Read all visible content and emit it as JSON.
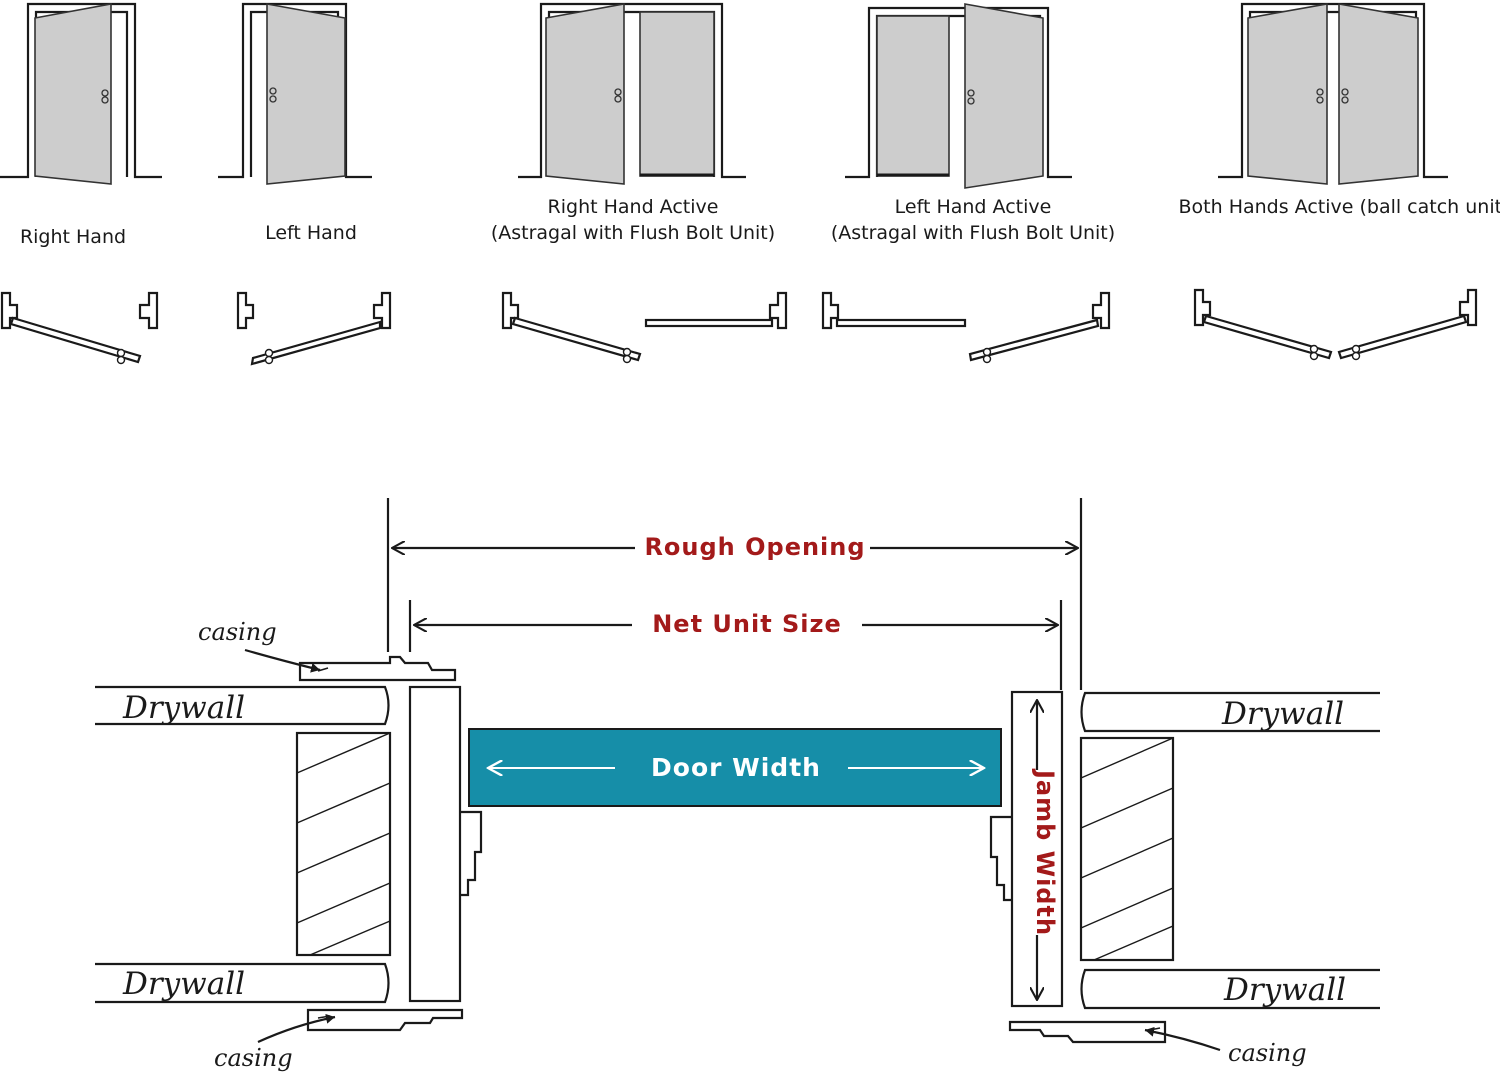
{
  "swing_labels": {
    "right_hand": "Right Hand",
    "left_hand": "Left Hand",
    "rha_line1": "Right Hand Active",
    "rha_line2": "(Astragal with Flush Bolt Unit)",
    "lha_line1": "Left Hand Active",
    "lha_line2": "(Astragal with Flush Bolt Unit)",
    "both": "Both Hands Active (ball catch unit)"
  },
  "dimensions": {
    "rough_opening": "Rough Opening",
    "net_unit_size": "Net Unit Size",
    "door_width": "Door Width",
    "jamb_width": "Jamb Width"
  },
  "materials": {
    "drywall": "Drywall",
    "casing": "casing"
  },
  "colors": {
    "door_width_bar": "#168ea8",
    "dimension_text": "#a31a1a",
    "door_fill": "#cdcdcd"
  }
}
